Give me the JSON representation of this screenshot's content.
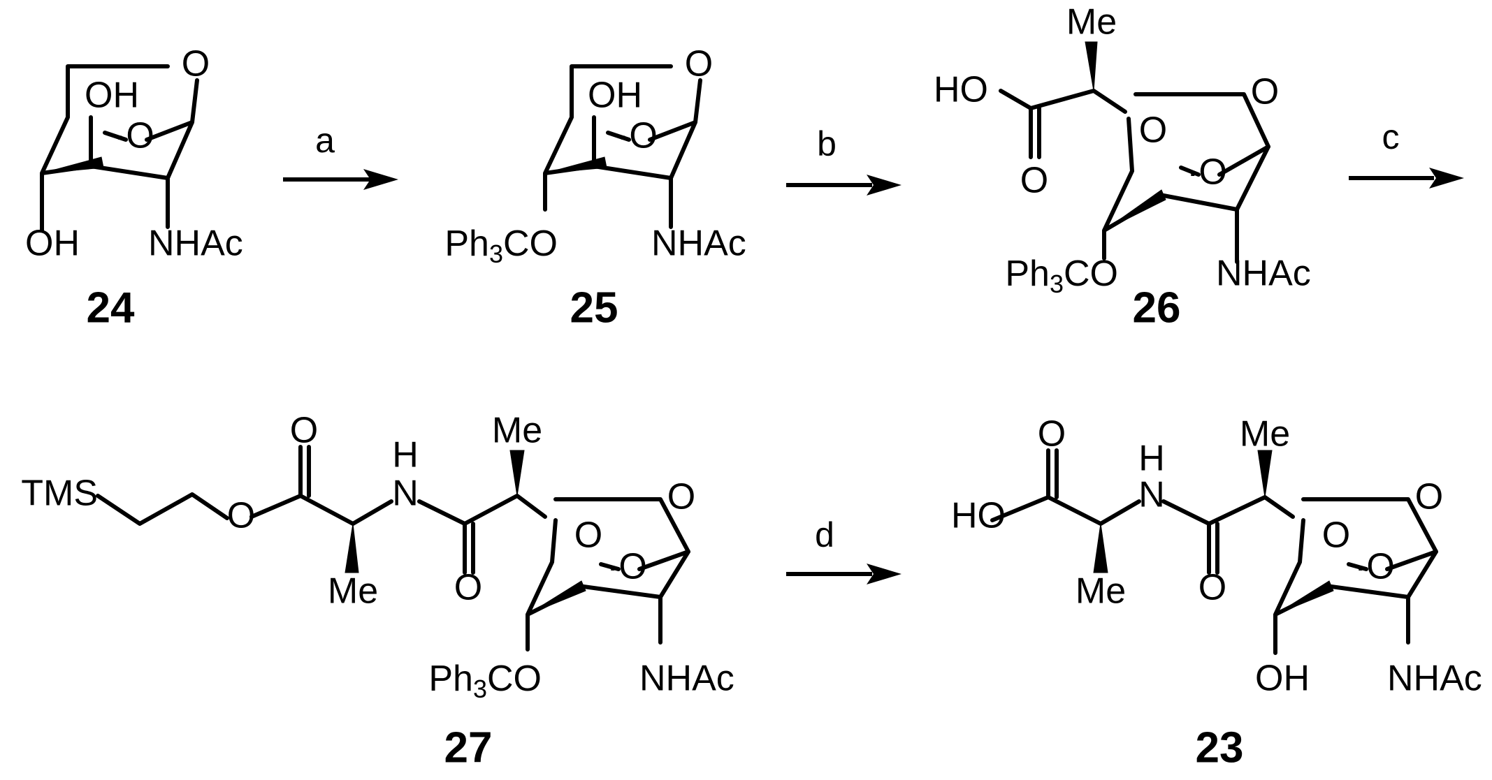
{
  "compounds": [
    {
      "id": "cpd24",
      "label": "24"
    },
    {
      "id": "cpd25",
      "label": "25"
    },
    {
      "id": "cpd26",
      "label": "26"
    },
    {
      "id": "cpd27",
      "label": "27"
    },
    {
      "id": "cpd23",
      "label": "23"
    }
  ],
  "steps": {
    "a": "a",
    "b": "b",
    "c": "c",
    "d": "d"
  },
  "atoms": {
    "O": "O",
    "OH": "OH",
    "HO": "HO",
    "NHAc": "NHAc",
    "Ph3CO_main": "Ph",
    "Ph3CO_sub": "3",
    "Ph3CO_end": "CO",
    "Me": "Me",
    "TMS": "TMS",
    "H": "H",
    "N": "N",
    "ring_O": "·O"
  }
}
